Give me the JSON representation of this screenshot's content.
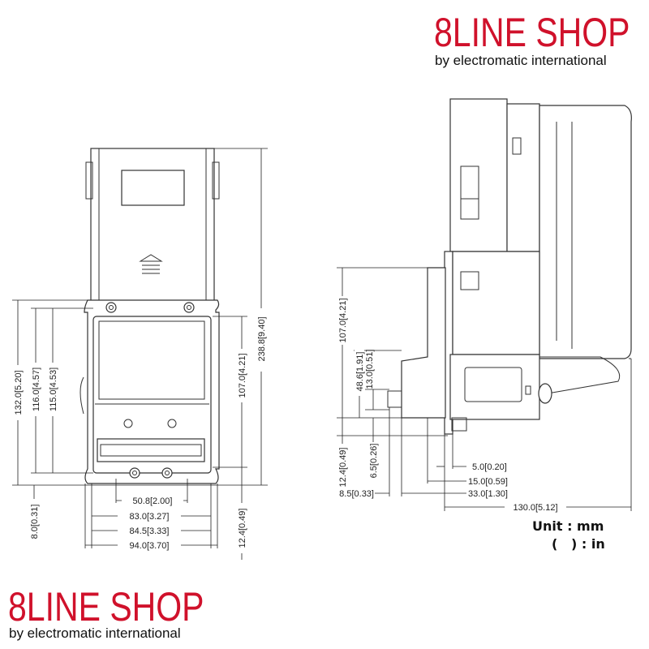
{
  "logo_top": {
    "name": "8LINE SHOP",
    "tagline": "by electromatic international"
  },
  "logo_bottom": {
    "name": "8LINE SHOP",
    "tagline": "by electromatic international"
  },
  "colors": {
    "brand": "#d0112b",
    "line": "#333333"
  },
  "front_view": {
    "overall_height": "238.8[9.40]",
    "bezel_height": "132.0[5.20]",
    "height_116": "116.0[4.57]",
    "height_115": "115.0[4.53]",
    "opening_height": "107.0[4.21]",
    "bottom_offset_right": "12.4[0.49]",
    "bottom_offset_left": "8.0[0.31]",
    "slot_spacing": "50.8[2.00]",
    "width_83": "83.0[3.27]",
    "width_84": "84.5[3.33]",
    "width_94": "94.0[3.70]"
  },
  "side_view": {
    "height": "107.0[4.21]",
    "height_48": "48.6[1.91]",
    "height_13": "13.0[0.51]",
    "offset_12": "12.4[0.49]",
    "offset_6": "6.5[0.26]",
    "depth_8": "8.5[0.33]",
    "depth_5": "5.0[0.20]",
    "depth_15": "15.0[0.59]",
    "depth_33": "33.0[1.30]",
    "depth_130": "130.0[5.12]"
  },
  "units": {
    "primary": "Unit : mm",
    "secondary": "(   ) : in"
  }
}
